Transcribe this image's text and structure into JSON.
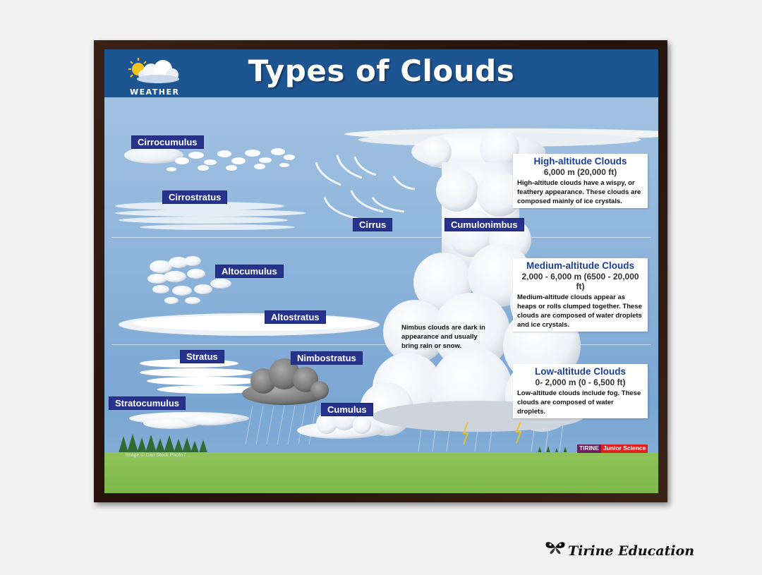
{
  "poster": {
    "title": "Types of Clouds",
    "logo_text": "WEATHER",
    "credit": "Image © Can Stock Photo / ...",
    "brand_left": "TIRINE",
    "brand_right": "Junior Science"
  },
  "labels": {
    "cirrocumulus": "Cirrocumulus",
    "cirrostratus": "Cirrostratus",
    "cirrus": "Cirrus",
    "cumulonimbus": "Cumulonimbus",
    "altocumulus": "Altocumulus",
    "altostratus": "Altostratus",
    "stratus": "Stratus",
    "nimbostratus": "Nimbostratus",
    "stratocumulus": "Stratocumulus",
    "cumulus": "Cumulus"
  },
  "nimbus_note": "Nimbus clouds are dark in appearance and usually bring rain or snow.",
  "info": {
    "high": {
      "heading": "High-altitude Clouds",
      "altitude": "6,000 m (20,000 ft)",
      "desc": "High-altitude clouds have a wispy, or feathery appearance. These clouds are composed mainly of ice crystals."
    },
    "medium": {
      "heading": "Medium-altitude Clouds",
      "altitude": "2,000 - 6,000 m (6500 - 20,000 ft)",
      "desc": "Medium-altitude clouds appear as heaps or rolls clumped together. These clouds are composed of water droplets and ice crystals."
    },
    "low": {
      "heading": "Low-altitude Clouds",
      "altitude": "0- 2,000 m (0 - 6,500 ft)",
      "desc": "Low-altitude clouds include fog. These clouds are composed of water droplets."
    }
  },
  "byline": "Tirine Education",
  "colors": {
    "banner": "#1d5592",
    "label_bg": "#27328d",
    "sky": "#8fb5db",
    "ground": "#8fc35a"
  }
}
